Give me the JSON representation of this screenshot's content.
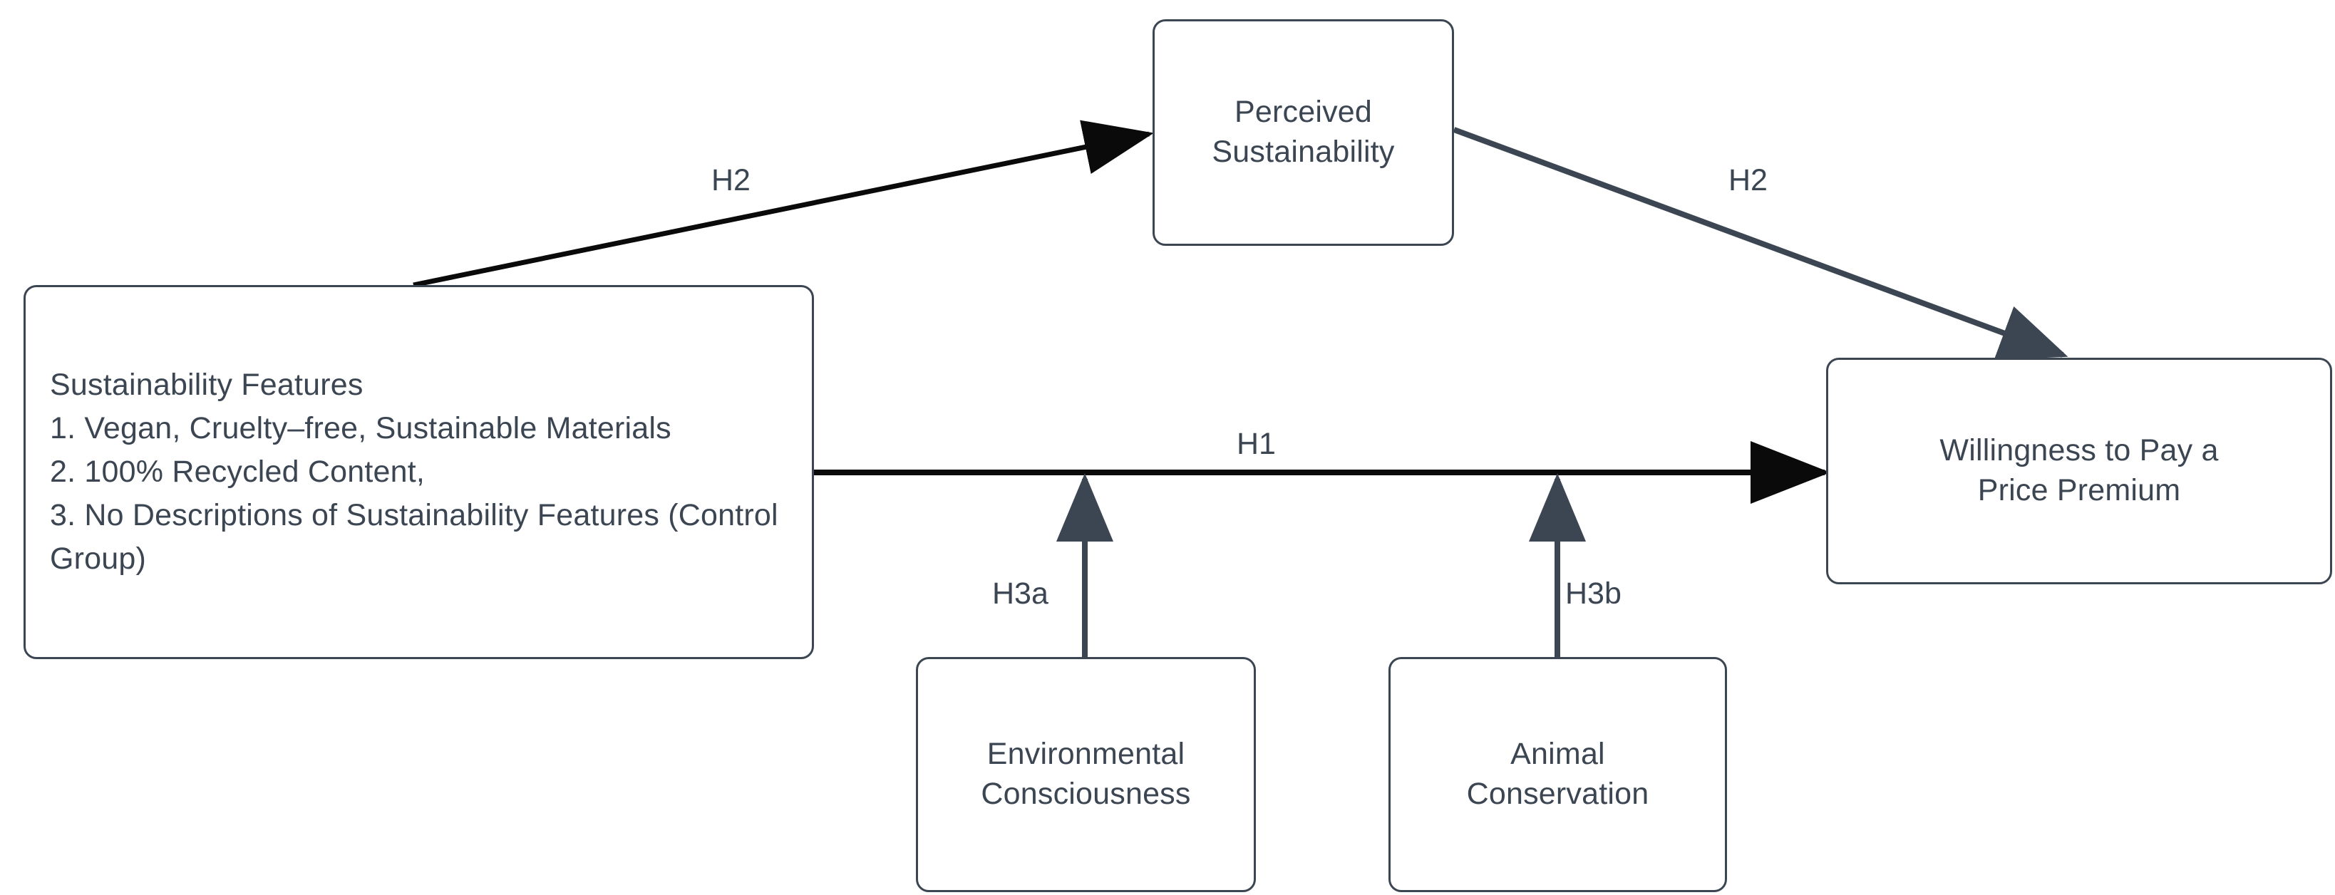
{
  "diagram": {
    "type": "conceptual-research-model",
    "background_color": "#ffffff",
    "node_border_color": "#3c4653",
    "text_color": "#3c4653",
    "edge_color_dark": "#3c4653",
    "edge_color_black": "#0a0a0a",
    "nodes": [
      {
        "id": "sustainability_features",
        "label": "Sustainability Features\n1. Vegan, Cruelty–free, Sustainable Materials\n2. 100% Recycled Content,\n3. No Descriptions of Sustainability Features (Control Group)"
      },
      {
        "id": "perceived_sustainability",
        "label": "Perceived\nSustainability"
      },
      {
        "id": "willingness_to_pay",
        "label": "Willingness to Pay a\nPrice Premium"
      },
      {
        "id": "environmental_consciousness",
        "label": "Environmental\nConsciousness"
      },
      {
        "id": "animal_conservation",
        "label": "Animal\nConservation"
      }
    ],
    "edges": [
      {
        "id": "h2_a",
        "label": "H2",
        "from": "sustainability_features",
        "to": "perceived_sustainability"
      },
      {
        "id": "h2_b",
        "label": "H2",
        "from": "perceived_sustainability",
        "to": "willingness_to_pay"
      },
      {
        "id": "h1",
        "label": "H1",
        "from": "sustainability_features",
        "to": "willingness_to_pay"
      },
      {
        "id": "h3a",
        "label": "H3a",
        "from": "environmental_consciousness",
        "to": "h1"
      },
      {
        "id": "h3b",
        "label": "H3b",
        "from": "animal_conservation",
        "to": "h1"
      }
    ]
  }
}
